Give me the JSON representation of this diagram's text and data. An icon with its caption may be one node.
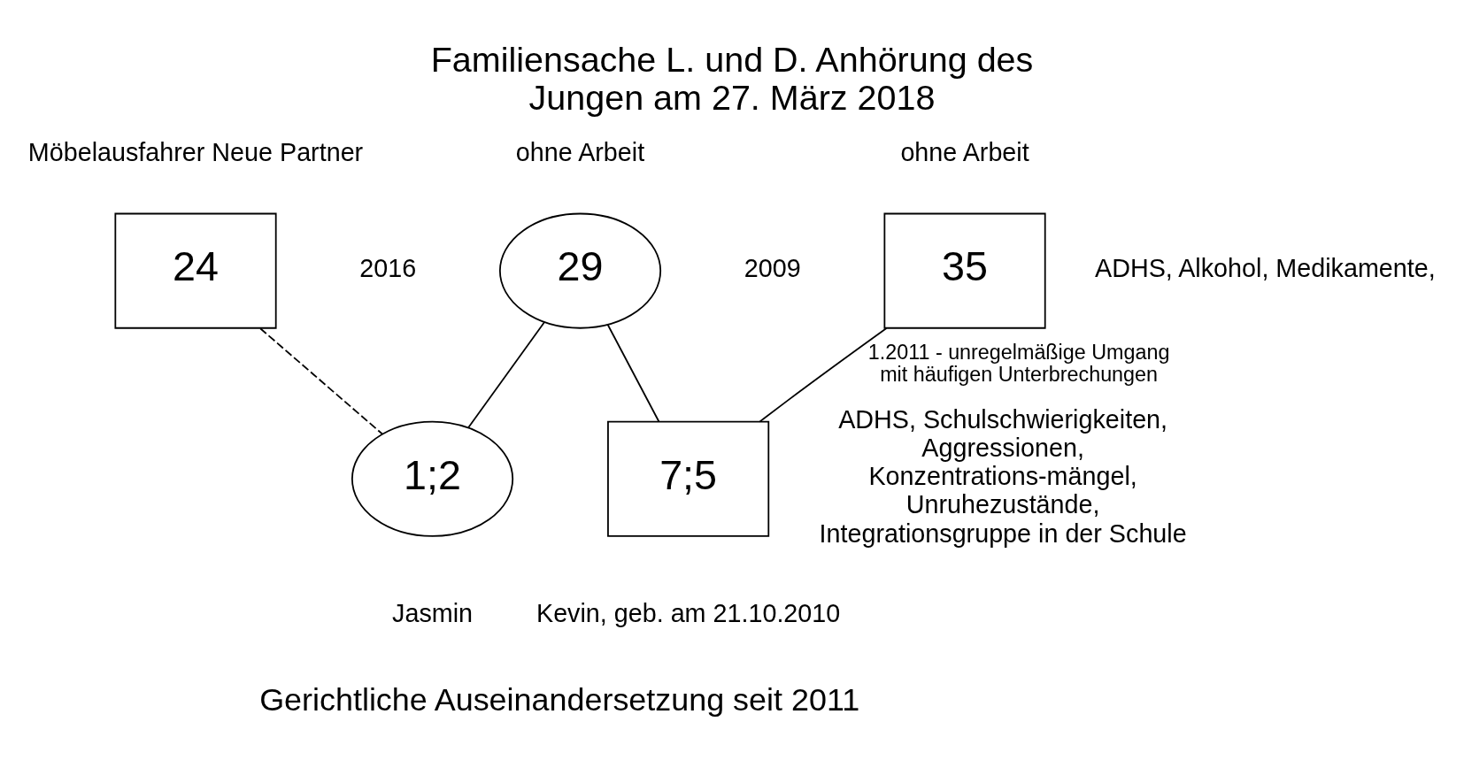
{
  "diagram": {
    "title": "Familiensache L. und D. Anhörung des Jungen am 27. März 2018",
    "caption": "Gerichtliche Auseinandersetzung seit 2011",
    "nodes": [
      {
        "text": [
          "24"
        ],
        "beside": [
          "Möbelausfahrer Neue Partner"
        ]
      },
      {
        "text": [
          "29"
        ],
        "beside": [
          "ohne Arbeit"
        ]
      },
      {
        "text": [
          "35"
        ],
        "beside": [
          "ohne Arbeit",
          "ADHS, Alkohol, Medikamente,"
        ]
      },
      {
        "text": [
          "7;5"
        ],
        "beside": [
          "ADHS, Schulschwierigkeiten, Aggressionen, Konzentrations-mängel, Unruhezustände, Integrationsgruppe in der Schule",
          "Kevin, geb. am 21.10.2010"
        ]
      },
      {
        "text": [
          "1;2"
        ],
        "beside": [
          "Jasmin"
        ]
      }
    ],
    "edges": [
      {
        "from": 0,
        "to": 4,
        "arrow": "none",
        "style": "dashed"
      },
      {
        "from": 1,
        "to": 4,
        "arrow": "none"
      },
      {
        "from": 1,
        "to": 3,
        "arrow": "none"
      },
      {
        "from": 2,
        "to": 3,
        "arrow": "none",
        "label": "1.2011 - unregelmäßige Umgang mit häufigen Unterbrechungen"
      }
    ],
    "labels": [
      "2016",
      "2009"
    ]
  }
}
